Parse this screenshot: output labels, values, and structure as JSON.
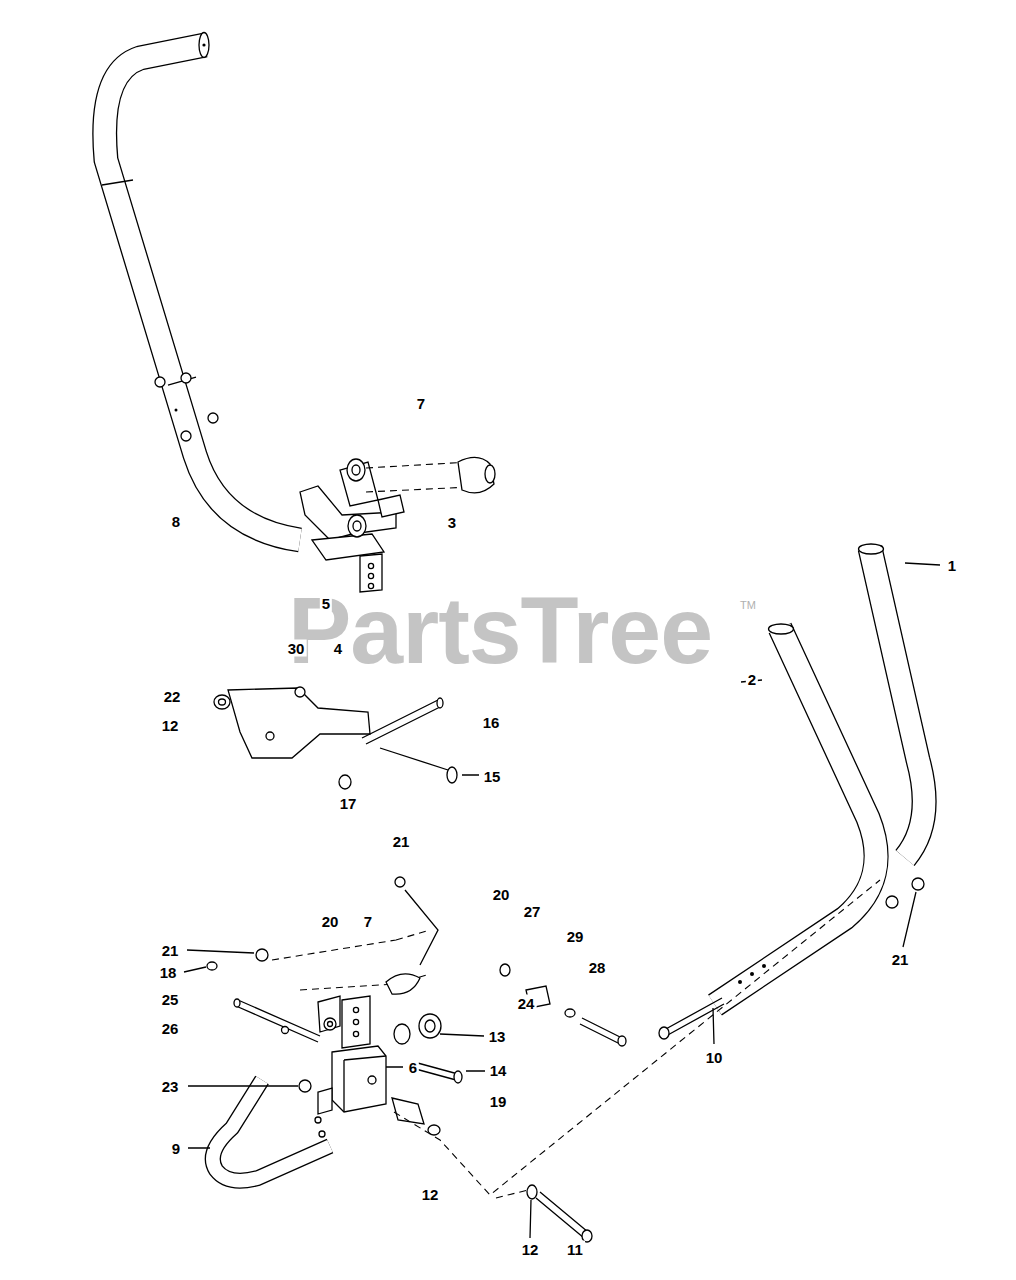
{
  "diagram": {
    "labels": [
      "7",
      "8",
      "3",
      "5",
      "PartsTree",
      "TM",
      "1",
      "2",
      "30",
      "4",
      "22",
      "12",
      "16",
      "15",
      "17",
      "21",
      "20",
      "20",
      "7",
      "21",
      "27",
      "29",
      "18",
      "28",
      "21",
      "25",
      "24",
      "26",
      "13",
      "6",
      "14",
      "10",
      "23",
      "19",
      "9",
      "12",
      "12",
      "11"
    ]
  }
}
